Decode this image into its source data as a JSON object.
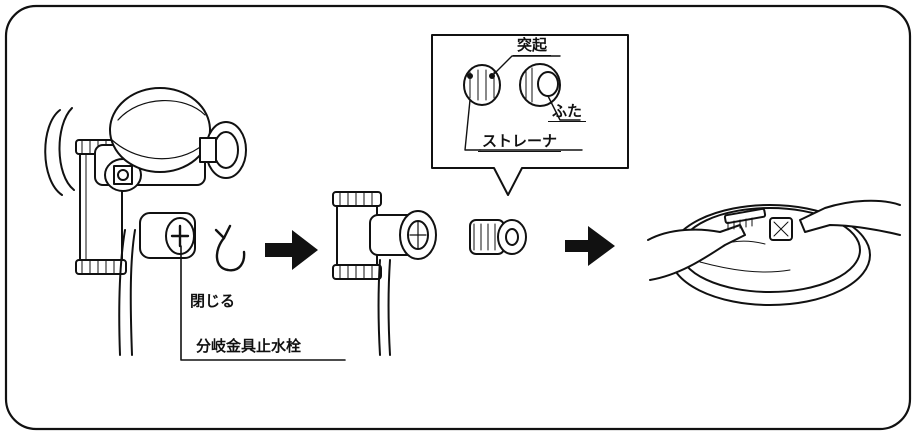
{
  "labels": {
    "protrusion": "突起",
    "lid": "ふた",
    "strainer": "ストレーナ",
    "close": "閉じる",
    "branch_valve": "分岐金具止水栓"
  },
  "icons": [
    "rotate-arrow-icon",
    "right-arrow-icon",
    "right-arrow-icon"
  ],
  "colors": {
    "ink": "#111111",
    "paper": "#ffffff"
  }
}
